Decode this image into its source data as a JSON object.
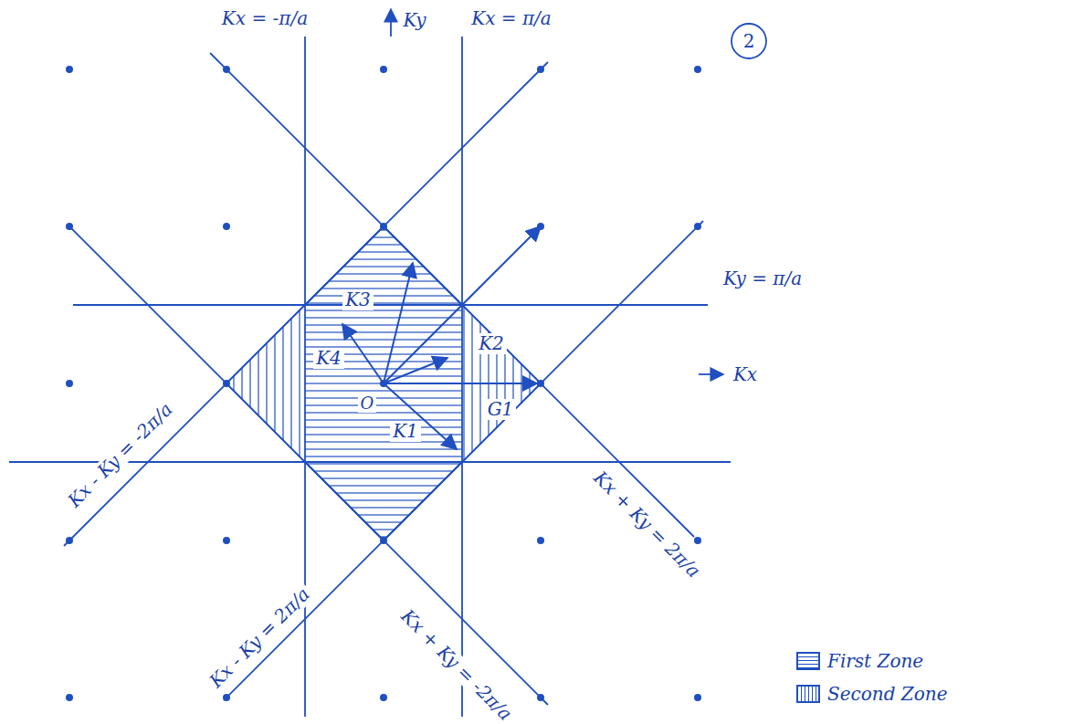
{
  "diagram": {
    "labels": [
      "2",
      "Kx = -π/a",
      "Ky",
      "Kx = π/a",
      "Ky = π/a",
      "Kx",
      "K3",
      "K4",
      "O",
      "K2",
      "G1",
      "K1",
      "Kx - Ky = -2π/a",
      "Kx + Ky = 2π/a",
      "Kx - Ky = 2π/a",
      "Kx + Ky = -2π/a"
    ],
    "legend": [
      {
        "text": "First Zone"
      },
      {
        "text": "Second Zone"
      }
    ]
  }
}
